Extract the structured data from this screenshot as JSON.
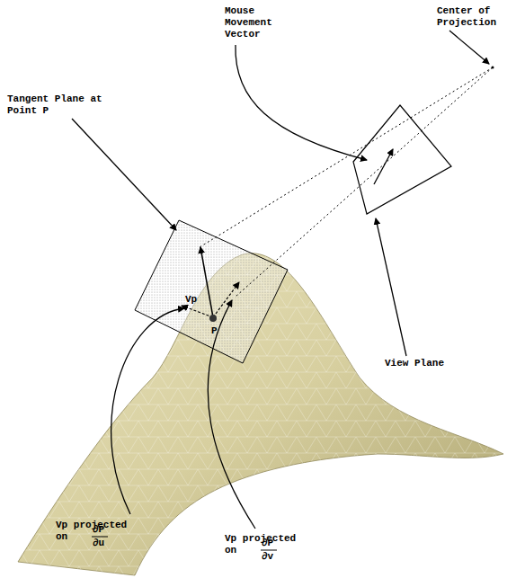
{
  "diagram": {
    "labels": [
      "Mouse Movement Vector",
      "Center of Projection",
      "Tangent Plane at Point P",
      "View Plane",
      "Vp",
      "P",
      "Vp projected on",
      "∂P",
      "∂u",
      "Vp projected on",
      "∂P",
      "∂v"
    ]
  }
}
